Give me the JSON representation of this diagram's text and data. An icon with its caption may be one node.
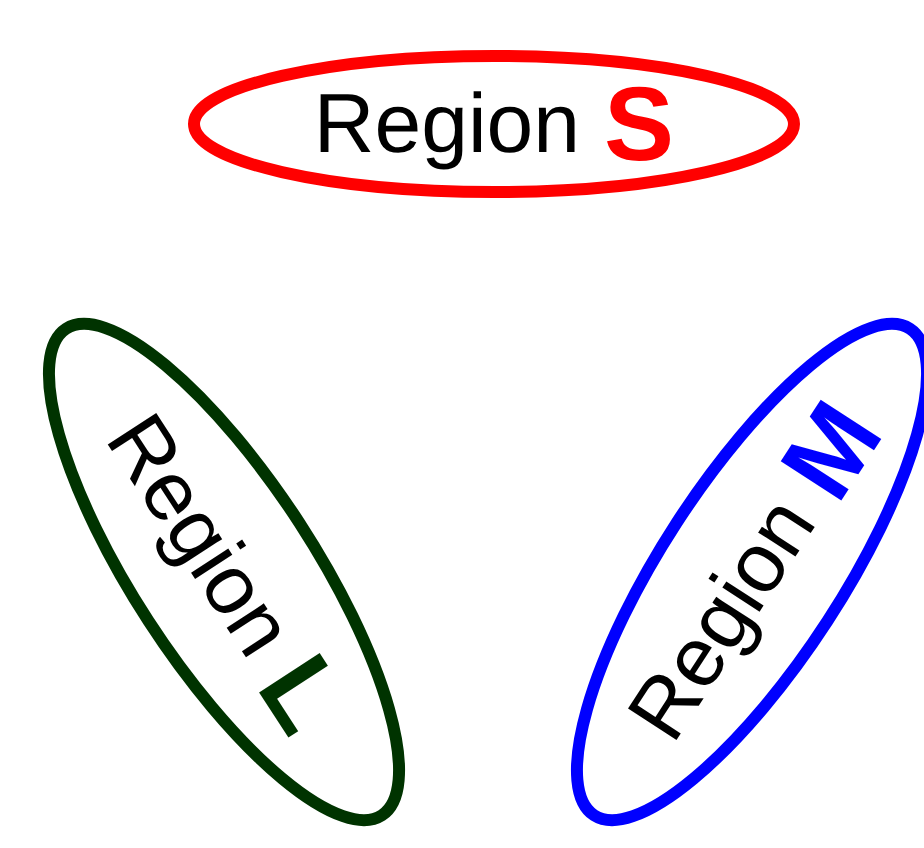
{
  "diagram": {
    "nodes": [
      {
        "text": [
          "Region **S**"
        ]
      },
      {
        "text": [
          "Region **L**"
        ]
      },
      {
        "text": [
          "Region **M**"
        ]
      }
    ]
  }
}
